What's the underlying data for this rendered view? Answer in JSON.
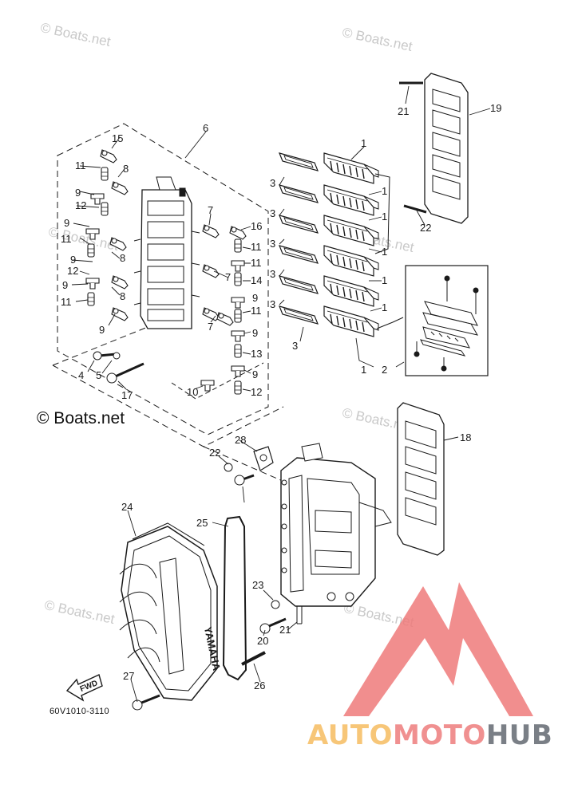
{
  "watermark": "© Boats.net",
  "copyright": "© Boats.net",
  "part_code": "60V1010-3110",
  "brand": {
    "part1": "AUTO",
    "part2": "MOTO",
    "part3": "HUB"
  },
  "fwd_label": "FWD",
  "engraving": "YAMAHA",
  "colors": {
    "line": "#1a1a1a",
    "logo_red": "#ee7a7a",
    "logo_yellow": "#f6c070",
    "logo_grey": "#7a7f86",
    "watermark": "#c9c9c9"
  },
  "callouts": [
    {
      "label": "1"
    },
    {
      "label": "1"
    },
    {
      "label": "1"
    },
    {
      "label": "1"
    },
    {
      "label": "1"
    },
    {
      "label": "1"
    },
    {
      "label": "1"
    },
    {
      "label": "2"
    },
    {
      "label": "3"
    },
    {
      "label": "3"
    },
    {
      "label": "3"
    },
    {
      "label": "3"
    },
    {
      "label": "3"
    },
    {
      "label": "3"
    },
    {
      "label": "4"
    },
    {
      "label": "5"
    },
    {
      "label": "6"
    },
    {
      "label": "7"
    },
    {
      "label": "7"
    },
    {
      "label": "7"
    },
    {
      "label": "8"
    },
    {
      "label": "8"
    },
    {
      "label": "8"
    },
    {
      "label": "9"
    },
    {
      "label": "9"
    },
    {
      "label": "9"
    },
    {
      "label": "9"
    },
    {
      "label": "9"
    },
    {
      "label": "9"
    },
    {
      "label": "9"
    },
    {
      "label": "9"
    },
    {
      "label": "10"
    },
    {
      "label": "11"
    },
    {
      "label": "11"
    },
    {
      "label": "11"
    },
    {
      "label": "11"
    },
    {
      "label": "11"
    },
    {
      "label": "11"
    },
    {
      "label": "12"
    },
    {
      "label": "12"
    },
    {
      "label": "12"
    },
    {
      "label": "13"
    },
    {
      "label": "14"
    },
    {
      "label": "15"
    },
    {
      "label": "16"
    },
    {
      "label": "17"
    },
    {
      "label": "18"
    },
    {
      "label": "19"
    },
    {
      "label": "20"
    },
    {
      "label": "21"
    },
    {
      "label": "21"
    },
    {
      "label": "22"
    },
    {
      "label": "22"
    },
    {
      "label": "23"
    },
    {
      "label": "24"
    },
    {
      "label": "25"
    },
    {
      "label": "26"
    },
    {
      "label": "27"
    },
    {
      "label": "28"
    }
  ]
}
